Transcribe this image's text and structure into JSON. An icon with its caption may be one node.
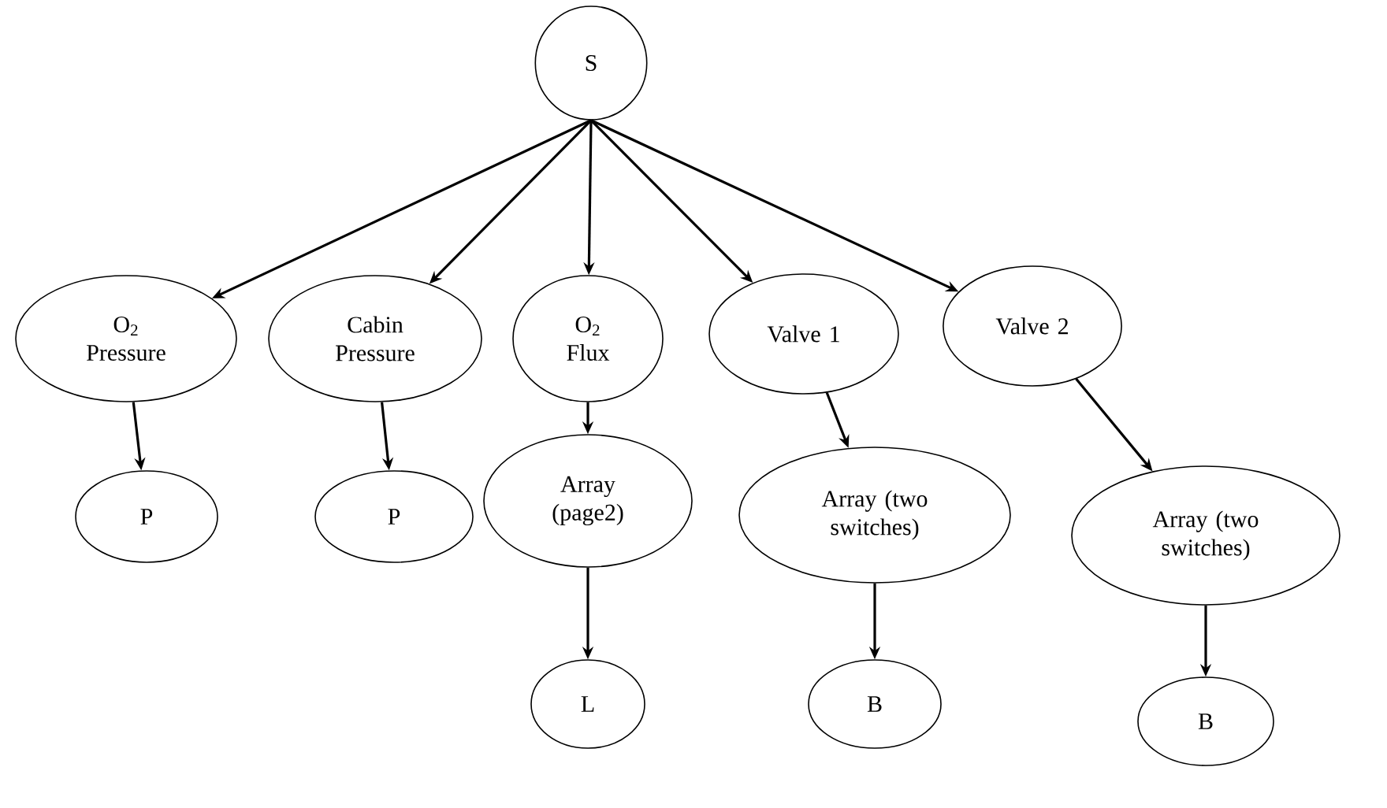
{
  "diagram": {
    "nodes": [
      {
        "text": [
          "S"
        ]
      },
      {
        "text": [
          "O$_{2}$ Pressure"
        ]
      },
      {
        "text": [
          "Cabin Pressure"
        ]
      },
      {
        "text": [
          "O$_{2}$ Flux"
        ]
      },
      {
        "text": [
          "Valve 1"
        ]
      },
      {
        "text": [
          "Valve 2"
        ]
      },
      {
        "text": [
          "P"
        ]
      },
      {
        "text": [
          "P"
        ]
      },
      {
        "text": [
          "Array (page2)"
        ]
      },
      {
        "text": [
          "L"
        ]
      },
      {
        "text": [
          "Array (two switches)"
        ]
      },
      {
        "text": [
          "B"
        ]
      },
      {
        "text": [
          "Array (two switches)"
        ]
      },
      {
        "text": [
          "B"
        ]
      }
    ],
    "edges": [
      {
        "from": 0,
        "to": 1,
        "arrow": "to"
      },
      {
        "from": 0,
        "to": 2,
        "arrow": "to"
      },
      {
        "from": 0,
        "to": 3,
        "arrow": "to"
      },
      {
        "from": 0,
        "to": 4,
        "arrow": "to"
      },
      {
        "from": 0,
        "to": 5,
        "arrow": "to"
      },
      {
        "from": 1,
        "to": 6,
        "arrow": "to"
      },
      {
        "from": 2,
        "to": 7,
        "arrow": "to"
      },
      {
        "from": 3,
        "to": 8,
        "arrow": "to"
      },
      {
        "from": 8,
        "to": 9,
        "arrow": "to"
      },
      {
        "from": 4,
        "to": 10,
        "arrow": "to"
      },
      {
        "from": 10,
        "to": 11,
        "arrow": "to"
      },
      {
        "from": 5,
        "to": 12,
        "arrow": "to"
      },
      {
        "from": 12,
        "to": 13,
        "arrow": "to"
      }
    ]
  }
}
